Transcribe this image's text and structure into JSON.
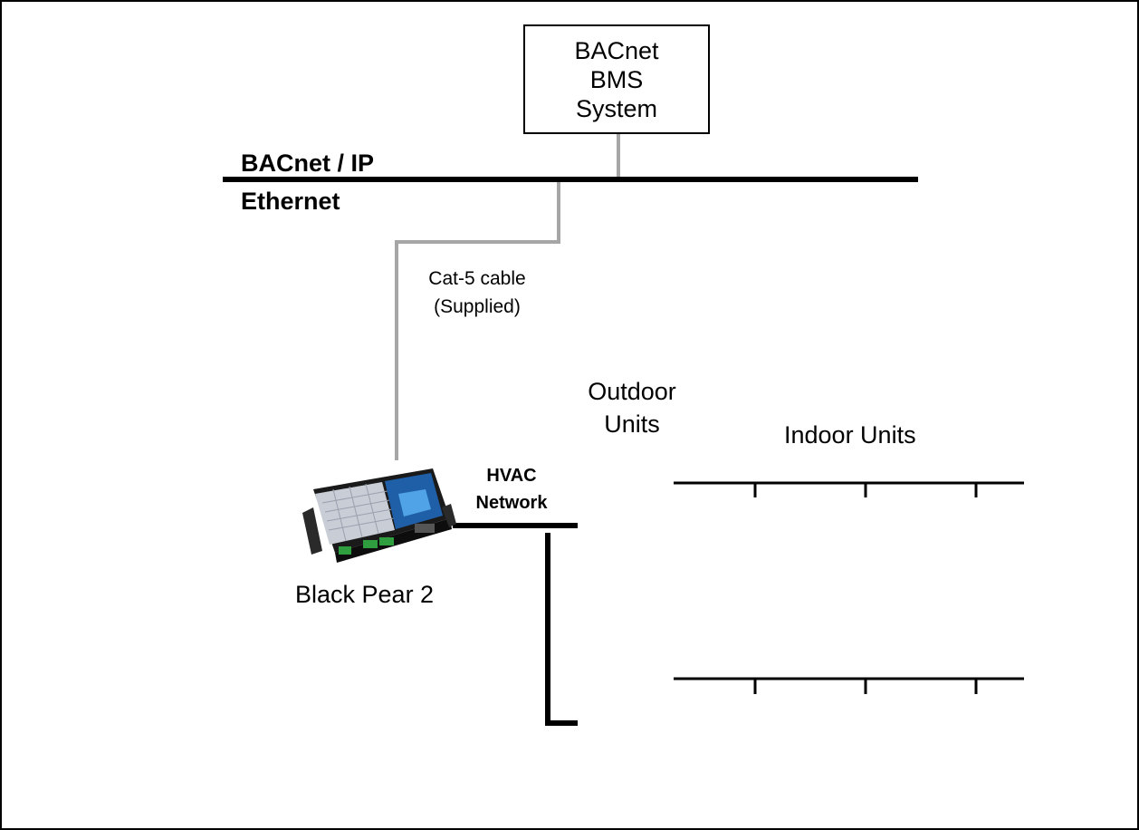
{
  "bms": {
    "line1": "BACnet",
    "line2": "BMS",
    "line3": "System"
  },
  "backbone": {
    "line1": "BACnet / IP",
    "line2": "Ethernet"
  },
  "cable": {
    "line1": "Cat-5 cable",
    "line2": "(Supplied)"
  },
  "hvac": {
    "line1": "HVAC",
    "line2": "Network"
  },
  "device": {
    "name": "Black Pear 2"
  },
  "outdoor": {
    "line1": "Outdoor",
    "line2": "Units"
  },
  "indoor": {
    "label": "Indoor Units"
  },
  "colors": {
    "line": "#000000",
    "cable": "#a6a6a6",
    "device_body": "#1a1a1a",
    "screen": "#1f5fa8",
    "terminals": "#2e9e3e"
  }
}
